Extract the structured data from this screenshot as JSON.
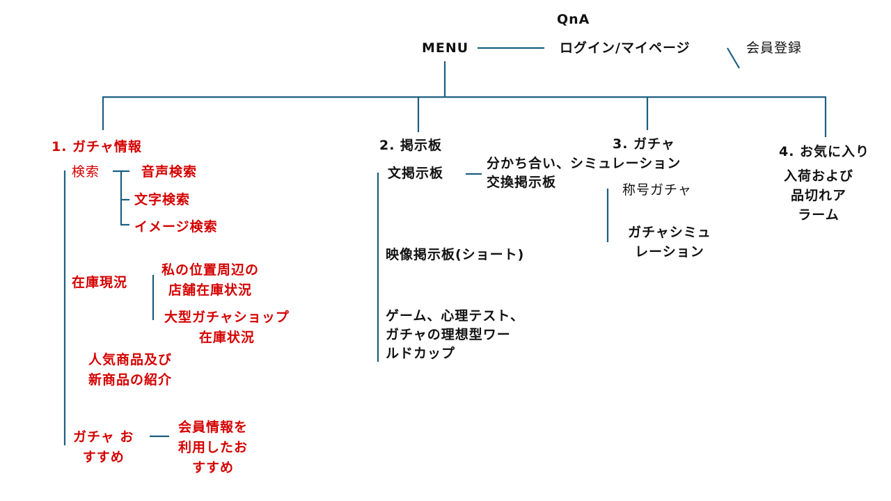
{
  "header": {
    "menu": "MENU",
    "qna": "QnA",
    "login": "ログイン/マイページ",
    "signup": "会員登録"
  },
  "colors": {
    "line": "#1a5e80",
    "red": "#d40000",
    "text": "#111111"
  },
  "section1": {
    "title": "1. ガチャ情報",
    "search": "検索",
    "search_items": [
      "音声検索",
      "文字検索",
      "イメージ検索"
    ],
    "stock": "在庫現況",
    "stock_items": [
      "私の位置周辺の\n店舗在庫状況",
      "大型ガチャショップ\n在庫状況"
    ],
    "popular": "人気商品及び\n新商品の紹介",
    "recommend": "ガチャ お\nすすめ",
    "recommend_item": "会員情報を\n利用したお\nすすめ"
  },
  "section2": {
    "title": "2. 掲示板",
    "text_board": "文掲示板",
    "text_board_items": "分かち合い、シミュレーション\n交換掲示板",
    "video_board": "映像掲示板(ショート)",
    "game": "ゲーム、心理テスト、\nガチャの理想型ワー\nルドカップ"
  },
  "section3": {
    "title": "3. ガチャ",
    "title_gacha": "称号ガチャ",
    "simulation": "ガチャシミュ\nレーション"
  },
  "section4": {
    "title": "4. お気に入り",
    "alarm": "入荷および\n品切れア\nラーム"
  }
}
